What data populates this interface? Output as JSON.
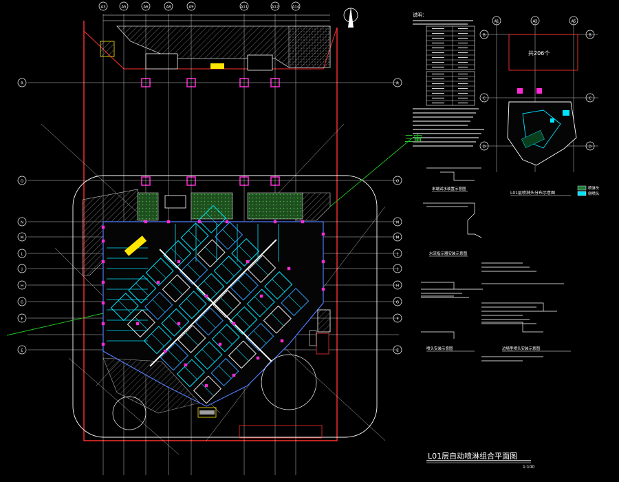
{
  "title": {
    "main": "L01层自动喷淋组合平面图",
    "scale": "1:100"
  },
  "colors": {
    "background": "#000000",
    "boundary": "#ff3030",
    "grid": "#ffffff",
    "pipe_cyan": "#00e5ff",
    "pipe_white": "#f0f0f0",
    "wall": "#cfcfcf",
    "column": "#ff2bd6",
    "hatch_green": "#2f7d2f",
    "leader_green": "#22cc22",
    "accent_yellow": "#ffe600",
    "text": "#ffffff"
  },
  "top_grid_labels": [
    "A3",
    "A5",
    "A6",
    "A8",
    "A9",
    "A11",
    "A12",
    "A14"
  ],
  "left_grid_labels": [
    "R",
    "Q",
    "N",
    "M",
    "L",
    "J",
    "H",
    "G",
    "F",
    "E"
  ],
  "inset": {
    "top_grid_labels": [
      "A1",
      "A3",
      "A5"
    ],
    "left_grid_labels": [
      "B",
      "C",
      "D"
    ],
    "label": "共206个",
    "caption": "L01层喷淋头分布示意图",
    "legend": [
      "喷淋头",
      "侧喷头"
    ]
  },
  "notes": {
    "heading": "说明：",
    "annotation_handwritten": "三审"
  },
  "details": [
    {
      "caption": "末端试水装置示意图"
    },
    {
      "caption": "水流指示器安装示意图"
    },
    {
      "caption": "喷头安装示意图"
    },
    {
      "caption": "边墙型喷头安装示意图"
    }
  ]
}
